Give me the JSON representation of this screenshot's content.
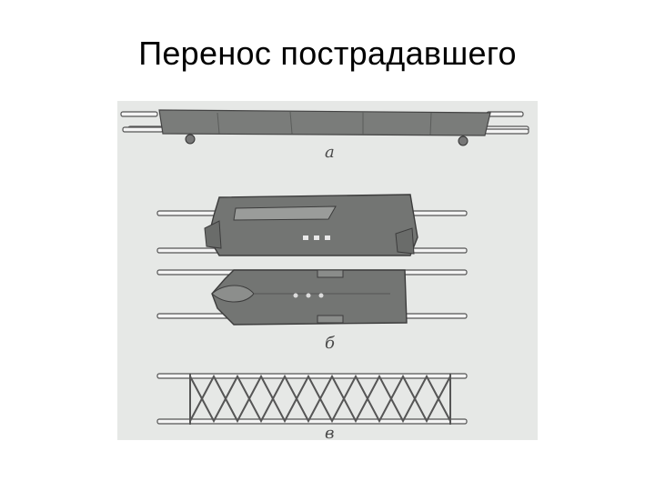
{
  "slide": {
    "title": "Перенос пострадавшего"
  },
  "figure": {
    "panels": [
      {
        "label": "а"
      },
      {
        "label": "б"
      },
      {
        "label": "в"
      }
    ]
  }
}
